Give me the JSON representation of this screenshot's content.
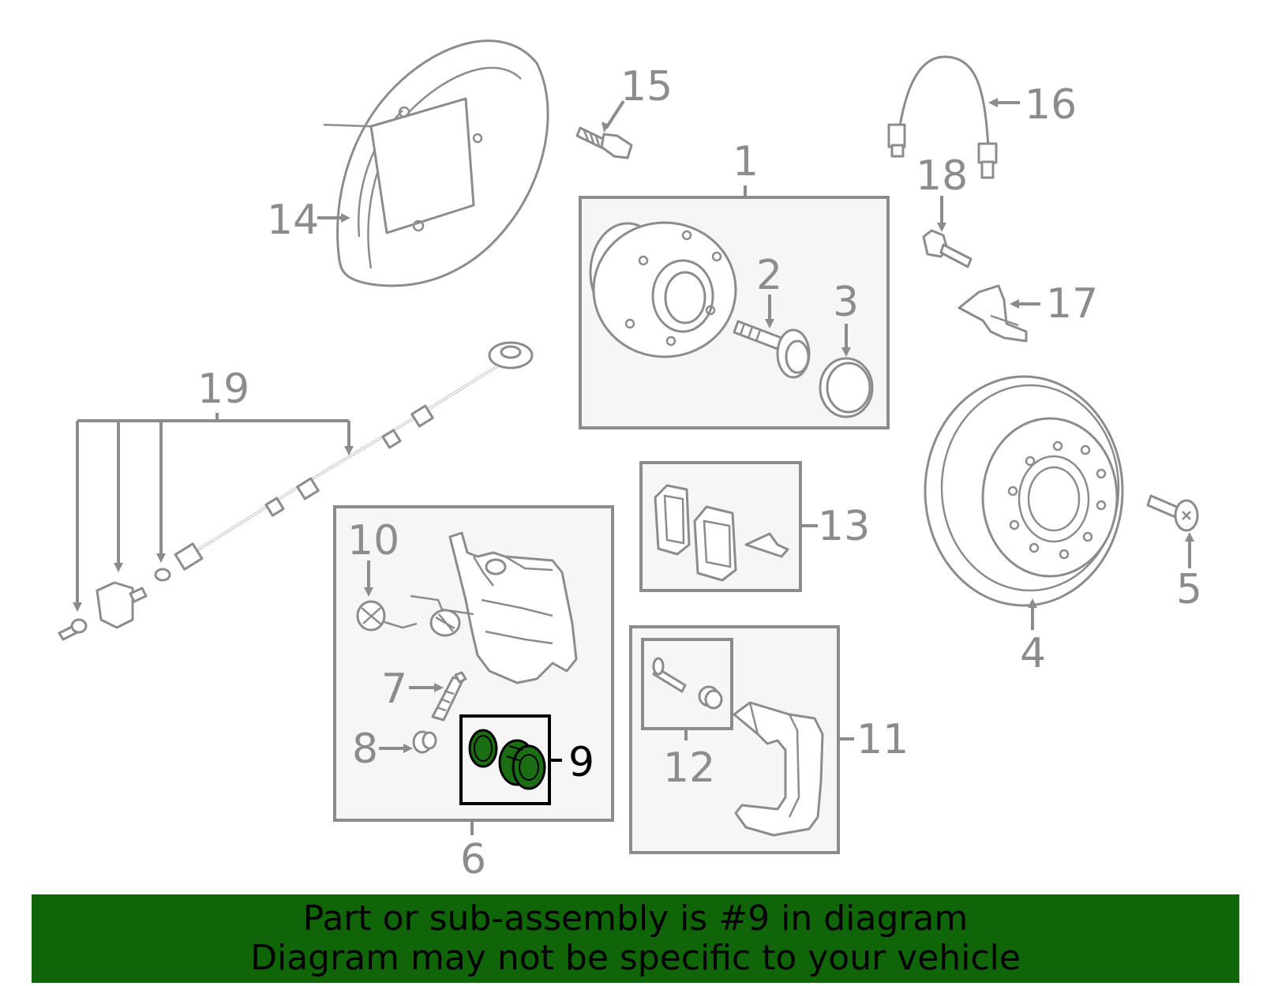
{
  "callouts": {
    "c1": "1",
    "c2": "2",
    "c3": "3",
    "c4": "4",
    "c5": "5",
    "c6": "6",
    "c7": "7",
    "c8": "8",
    "c9": "9",
    "c10": "10",
    "c11": "11",
    "c12": "12",
    "c13": "13",
    "c14": "14",
    "c15": "15",
    "c16": "16",
    "c17": "17",
    "c18": "18",
    "c19": "19"
  },
  "banner": {
    "line1": "Part or sub-assembly is #9 in diagram",
    "line2": "Diagram may not be specific to your vehicle"
  },
  "colors": {
    "banner_bg": "#106508",
    "highlight_part": "#1b6e14",
    "line_gray": "#8c8c8c"
  }
}
